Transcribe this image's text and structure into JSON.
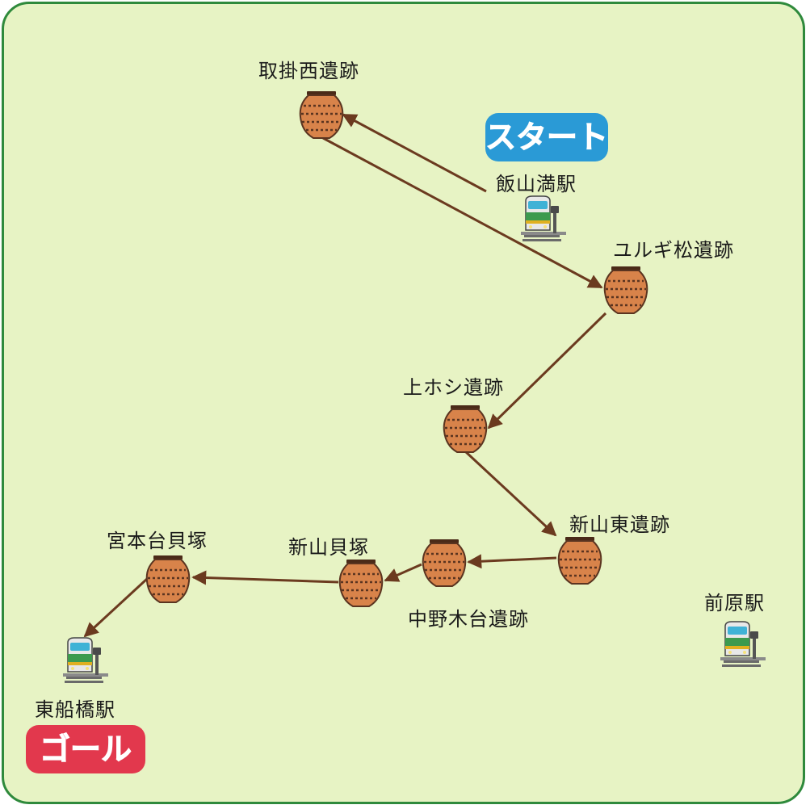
{
  "badges": {
    "start": "スタート",
    "goal": "ゴール"
  },
  "colors": {
    "background": "#e7f3c4",
    "border": "#2f8a3c",
    "route": "#6b3a1f",
    "pot": "#d8834a",
    "start_badge": "#2a9ad6",
    "goal_badge": "#e2384d"
  },
  "places": {
    "torikake": "取掛西遺跡",
    "iiyama": "飯山満駅",
    "yurugi": "ユルギ松遺跡",
    "kamihoshi": "上ホシ遺跡",
    "shinyama_higashi": "新山東遺跡",
    "nakanoki": "中野木台遺跡",
    "shinyama_kaizuka": "新山貝塚",
    "miyamoto": "宮本台貝塚",
    "maehara": "前原駅",
    "higashi_funabashi": "東船橋駅"
  },
  "icons": {
    "site": "jomon-pot-icon",
    "station": "train-station-icon"
  }
}
